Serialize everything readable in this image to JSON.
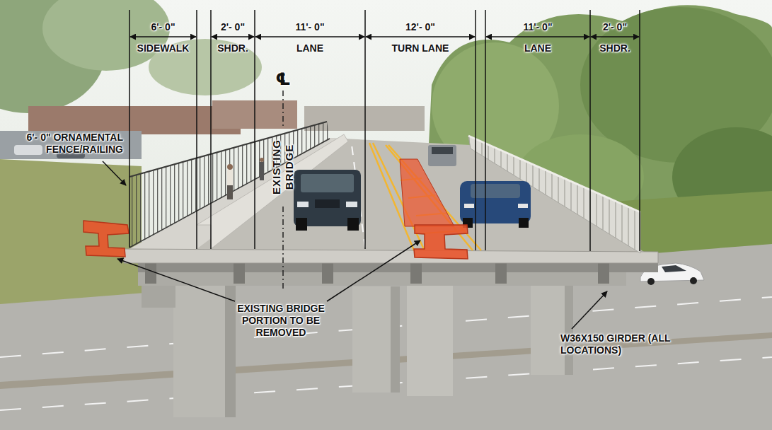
{
  "diagram": {
    "labels": [
      "6'- 0\"",
      "SIDEWALK",
      "2'- 0\"",
      "SHDR.",
      "11'- 0\"",
      "LANE",
      "12'- 0\"",
      "TURN LANE",
      "11'- 0\"",
      "LANE",
      "2'- 0\"",
      "SHDR.",
      "6'- 0\" ORNAMENTAL FENCE/RAILING",
      "℄",
      "EXISTING BRIDGE",
      "EXISTING BRIDGE PORTION TO BE REMOVED",
      "W36X150 GIRDER (ALL LOCATIONS)"
    ]
  }
}
